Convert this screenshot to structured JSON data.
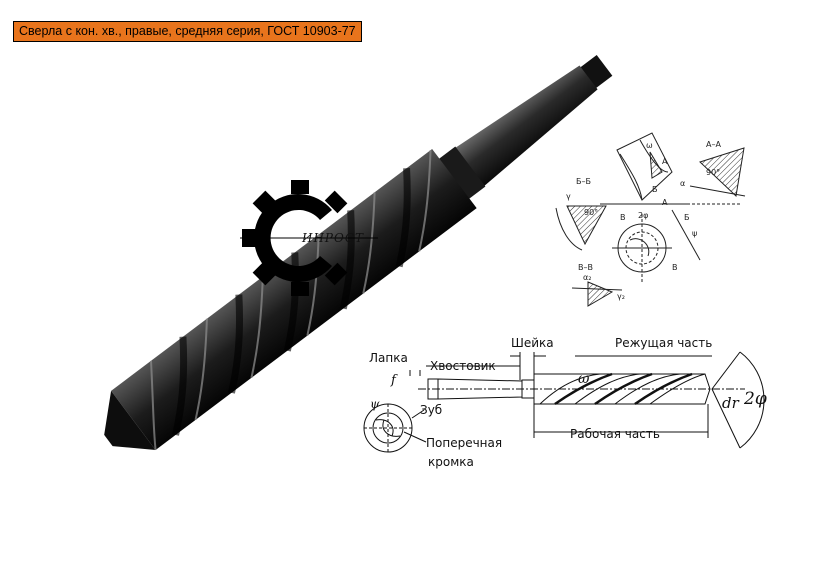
{
  "title": "Сверла с кон. хв., правые, средняя серия, ГОСТ 10903-77",
  "logo_text": "ИНРОСТ",
  "sections": {
    "bb": "Б–Б",
    "aa": "А–А",
    "vv": "В–В"
  },
  "angles": {
    "ninety": "90°",
    "omega": "ω",
    "alpha": "α",
    "gamma": "γ",
    "psi": "ψ",
    "two_phi": "2φ",
    "alpha2": "α₂",
    "gamma2": "γ₂"
  },
  "section_marks": {
    "a": "А",
    "b": "Б",
    "v": "В"
  },
  "labels": {
    "lapka": "Лапка",
    "khvostovik": "Хвостовик",
    "sheyka": "Шейка",
    "rezhuschaya": "Режущая часть",
    "rabochaya": "Рабочая часть",
    "zub": "Зуб",
    "poperechnaya": "Поперечная",
    "kromka": "кромка",
    "f": "f",
    "omega": "ω",
    "dr": "dr",
    "two_phi": "2φ",
    "psi": "ψ"
  }
}
